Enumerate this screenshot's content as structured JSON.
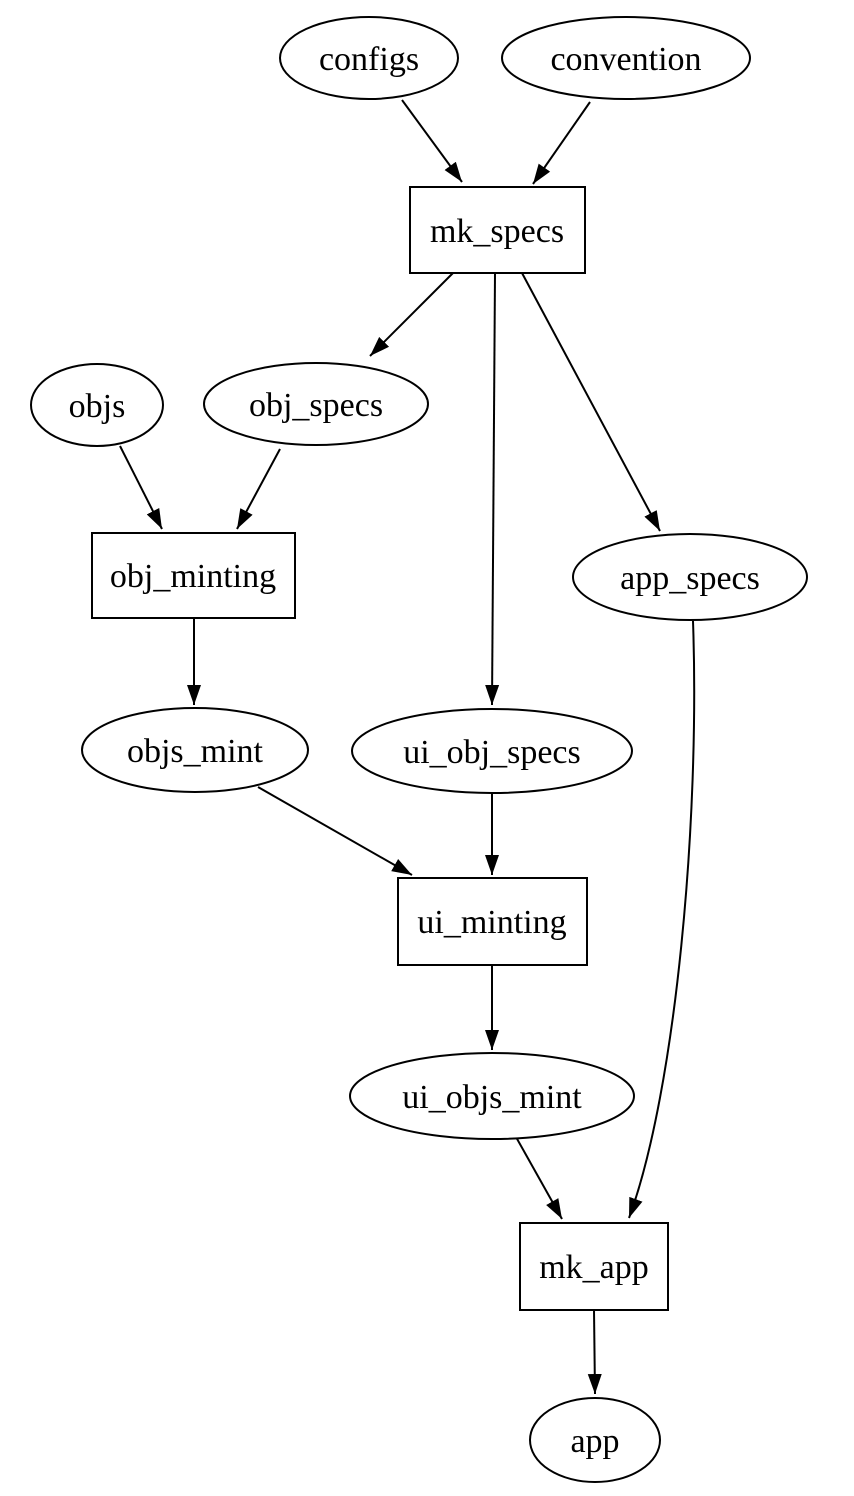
{
  "diagram": {
    "type": "directed-graph",
    "colors": {
      "background": "#ffffff",
      "node_fill": "#ffffff",
      "node_fill_shaded": "#d3d3d3",
      "stroke": "#000000",
      "text": "#000000"
    },
    "nodes": {
      "configs": {
        "label": "configs",
        "shape": "ellipse",
        "shaded": true
      },
      "convention": {
        "label": "convention",
        "shape": "ellipse",
        "shaded": false
      },
      "mk_specs": {
        "label": "mk_specs",
        "shape": "box",
        "shaded": false
      },
      "objs": {
        "label": "objs",
        "shape": "ellipse",
        "shaded": true
      },
      "obj_specs": {
        "label": "obj_specs",
        "shape": "ellipse",
        "shaded": false
      },
      "obj_minting": {
        "label": "obj_minting",
        "shape": "box",
        "shaded": false
      },
      "app_specs": {
        "label": "app_specs",
        "shape": "ellipse",
        "shaded": false
      },
      "objs_mint": {
        "label": "objs_mint",
        "shape": "ellipse",
        "shaded": false
      },
      "ui_obj_specs": {
        "label": "ui_obj_specs",
        "shape": "ellipse",
        "shaded": false
      },
      "ui_minting": {
        "label": "ui_minting",
        "shape": "box",
        "shaded": false
      },
      "ui_objs_mint": {
        "label": "ui_objs_mint",
        "shape": "ellipse",
        "shaded": false
      },
      "mk_app": {
        "label": "mk_app",
        "shape": "box",
        "shaded": false
      },
      "app": {
        "label": "app",
        "shape": "ellipse",
        "shaded": true
      }
    },
    "edges": [
      {
        "from": "configs",
        "to": "mk_specs"
      },
      {
        "from": "convention",
        "to": "mk_specs"
      },
      {
        "from": "mk_specs",
        "to": "obj_specs"
      },
      {
        "from": "mk_specs",
        "to": "ui_obj_specs"
      },
      {
        "from": "mk_specs",
        "to": "app_specs"
      },
      {
        "from": "objs",
        "to": "obj_minting"
      },
      {
        "from": "obj_specs",
        "to": "obj_minting"
      },
      {
        "from": "obj_minting",
        "to": "objs_mint"
      },
      {
        "from": "objs_mint",
        "to": "ui_minting"
      },
      {
        "from": "ui_obj_specs",
        "to": "ui_minting"
      },
      {
        "from": "ui_minting",
        "to": "ui_objs_mint"
      },
      {
        "from": "ui_objs_mint",
        "to": "mk_app"
      },
      {
        "from": "app_specs",
        "to": "mk_app"
      },
      {
        "from": "mk_app",
        "to": "app"
      }
    ]
  }
}
